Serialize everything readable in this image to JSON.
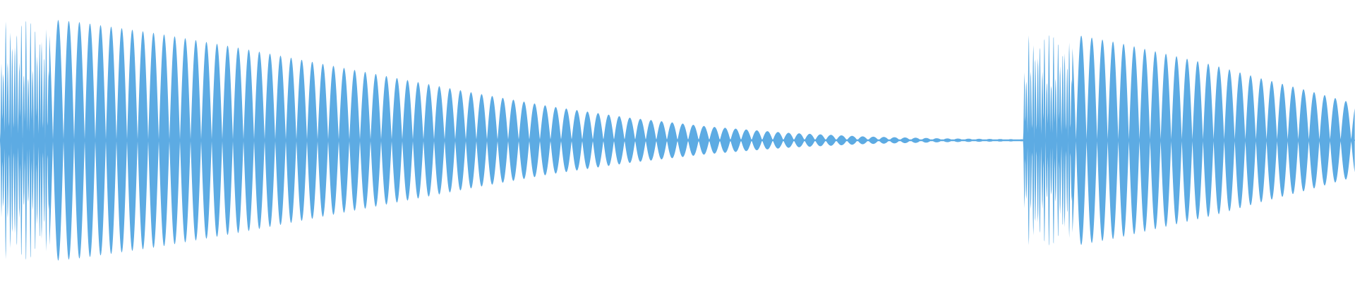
{
  "colors": {
    "waveform": "#5dabe3",
    "background": "#ffffff"
  },
  "waveform": {
    "notes": [
      {
        "start_fraction": 0.0,
        "end_fraction": 0.755,
        "peak_amplitude": 0.94,
        "decay_profile": [
          1.0,
          0.94,
          0.85,
          0.74,
          0.62,
          0.5,
          0.38,
          0.27,
          0.18,
          0.11,
          0.06,
          0.03,
          0.015,
          0.008
        ]
      },
      {
        "start_fraction": 0.755,
        "end_fraction": 1.0,
        "peak_amplitude": 0.83,
        "decay_profile": [
          1.0,
          0.96,
          0.88,
          0.78,
          0.68,
          0.56,
          0.45,
          0.33
        ]
      }
    ]
  }
}
